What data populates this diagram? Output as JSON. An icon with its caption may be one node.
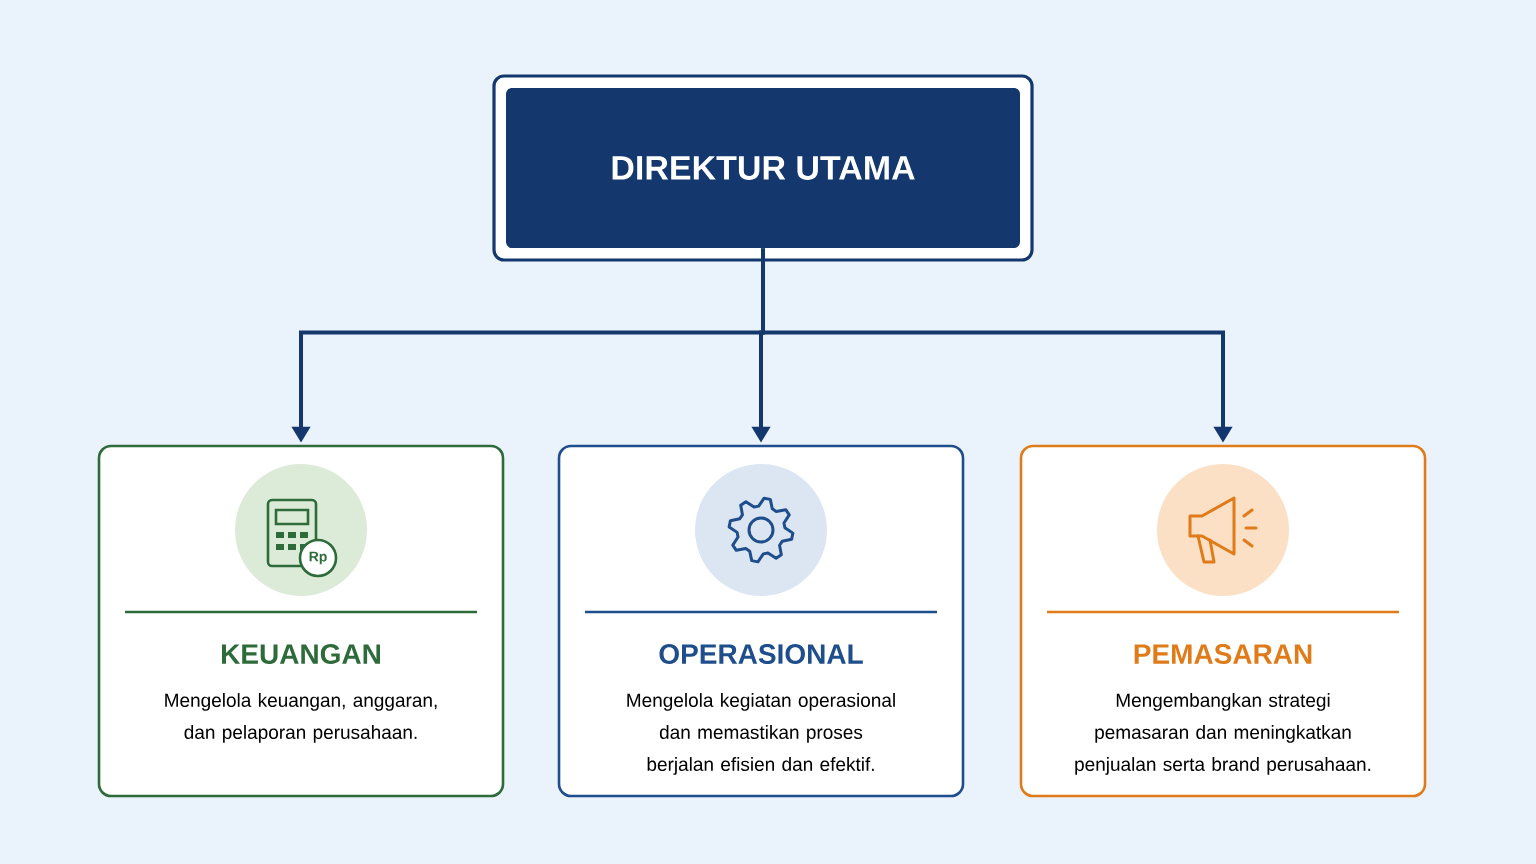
{
  "diagram": {
    "nodes": [
      {
        "text": [
          "DIREKTUR UTAMA"
        ]
      },
      {
        "text": [
          "KEUANGAN",
          "Mengelola keuangan, anggaran, dan pelaporan perusahaan."
        ]
      },
      {
        "text": [
          "OPERASIONAL",
          "Mengelola kegiatan operasional dan memastikan proses berjalan efisien dan efektif."
        ]
      },
      {
        "text": [
          "PEMASARAN",
          "Mengembangkan strategi pemasaran dan meningkatkan penjualan serta brand perusahaan."
        ]
      }
    ],
    "edges": [
      {
        "from": 0,
        "to": 1,
        "arrow": "to"
      },
      {
        "from": 0,
        "to": 2,
        "arrow": "to"
      },
      {
        "from": 0,
        "to": 3,
        "arrow": "to"
      }
    ],
    "labels": [
      "Rp"
    ]
  }
}
